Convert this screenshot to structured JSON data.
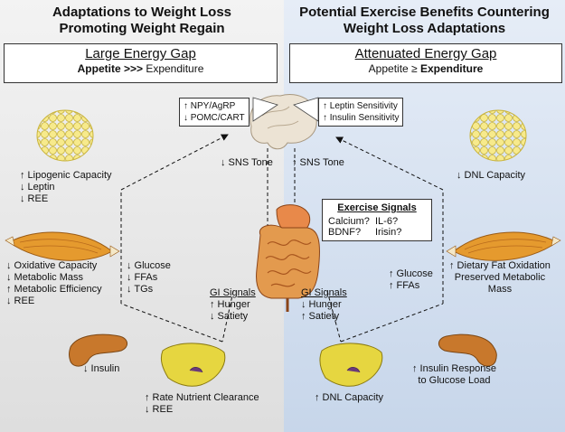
{
  "left": {
    "title_line1": "Adaptations to Weight Loss",
    "title_line2": "Promoting Weight Regain",
    "gap_title": "Large Energy Gap",
    "gap_bold": "Appetite >>>",
    "gap_rest": "Expenditure",
    "brain_box": [
      "↑ NPY/AgRP",
      "↓ POMC/CART"
    ],
    "sns": "↓ SNS Tone",
    "adipose": [
      "↑ Lipogenic Capacity",
      "↓ Leptin",
      "↓ REE"
    ],
    "muscle": [
      "↓ Oxidative Capacity",
      "↓ Metabolic Mass",
      "↑ Metabolic Efficiency",
      "↓ REE"
    ],
    "blood": [
      "↓ Glucose",
      "↓ FFAs",
      "↓ TGs"
    ],
    "gi_title": "GI Signals",
    "gi": [
      "↑ Hunger",
      "↓ Satiety"
    ],
    "pancreas": "↓ Insulin",
    "liver": [
      "↑ Rate Nutrient Clearance",
      "↓ REE"
    ]
  },
  "right": {
    "title_line1": "Potential Exercise Benefits Countering",
    "title_line2": "Weight Loss Adaptations",
    "gap_title": "Attenuated Energy Gap",
    "gap_rest": "Appetite ≥",
    "gap_bold": "Expenditure",
    "brain_box": [
      "↑ Leptin Sensitivity",
      "↑ Insulin Sensitivity"
    ],
    "sns": "↑ SNS Tone",
    "adipose": "↓ DNL Capacity",
    "exercise_title": "Exercise Signals",
    "exercise": [
      "Calcium?",
      "IL-6?",
      "BDNF?",
      "Irisin?"
    ],
    "muscle": [
      "↑ Dietary Fat Oxidation",
      "Preserved Metabolic",
      "Mass"
    ],
    "blood": [
      "↑ Glucose",
      "↑ FFAs"
    ],
    "gi_title": "GI Signals",
    "gi": [
      "↓ Hunger",
      "↑ Satiety"
    ],
    "liver": "↑ DNL Capacity",
    "pancreas": [
      "↑ Insulin Response",
      "to Glucose Load"
    ]
  },
  "colors": {
    "left_panel": "#e6e6e6",
    "right_panel": "#d3dfee",
    "adipose": "#f3e27a",
    "muscle": "#e8a030",
    "liver": "#e8da4a",
    "pancreas": "#c77a2a",
    "intestine": "#d98a3a"
  }
}
